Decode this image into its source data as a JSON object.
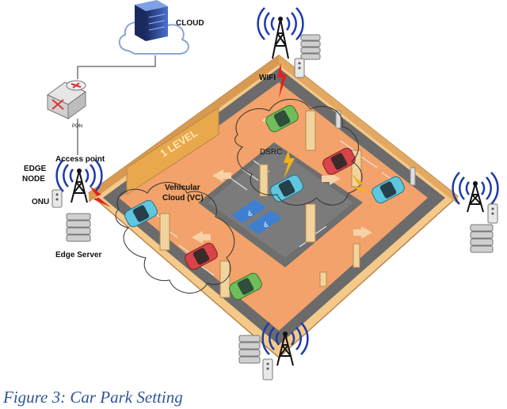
{
  "labels": {
    "cloud": "CLOUD",
    "pon": "PON",
    "wifi": "WIFI",
    "edge_node": [
      "EDGE",
      "NODE"
    ],
    "access_point": "Access point",
    "onu": "ONU",
    "edge_server": "Edge Server",
    "vehicular_cloud": [
      "Vehicular",
      "Cloud (VC)"
    ],
    "dsrc": "DSRC",
    "level_sign": "1 LEVEL"
  },
  "caption": "Figure 3: Car Park Setting",
  "colors": {
    "caption": "#2e5597",
    "floor": "#f2a26a",
    "lane": "#6e6e6e",
    "wall": "#f4c98a",
    "wall_dark": "#c88a3e",
    "sign": "#e9a84c",
    "car_cyan": "#5fc7e0",
    "car_green": "#6fbe5a",
    "car_red": "#d9434a",
    "wifi_arcs": "#1c3aa8",
    "lightning": "#e02020",
    "lightning_dsrc": "#f3b21b",
    "server": "#c9c9c9"
  },
  "icons": [
    "cloud-icon",
    "server-rack-icon",
    "router-icon",
    "antenna-tower-icon",
    "wifi-signal-icon",
    "lightning-icon",
    "car-icon",
    "onu-device-icon",
    "pillar-icon",
    "arrow-icon"
  ]
}
